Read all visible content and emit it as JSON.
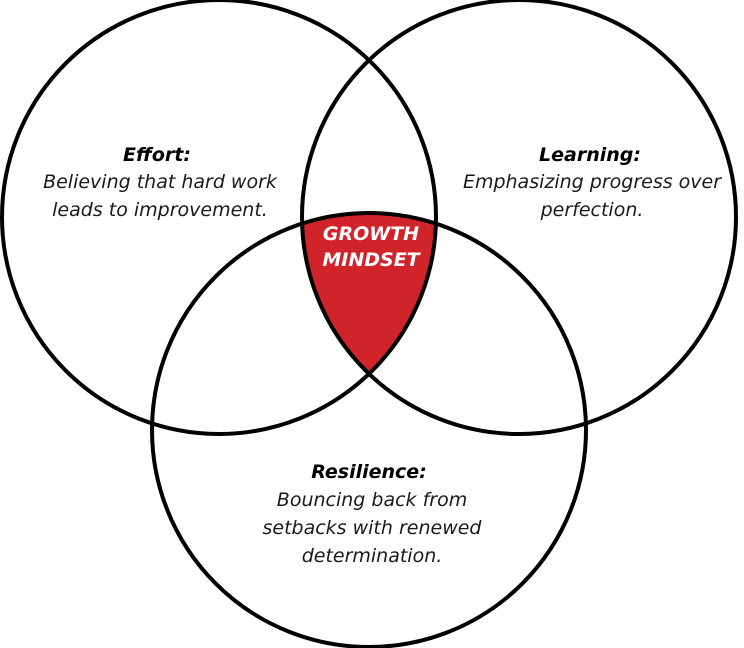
{
  "colors": {
    "accent": "#d0242a",
    "stroke": "#000000",
    "background": "#ffffff"
  },
  "center": {
    "line1": "GROWTH",
    "line2": "MINDSET"
  },
  "effort": {
    "title": "Effort:",
    "line1": "Believing that hard work",
    "line2": "leads to improvement."
  },
  "learning": {
    "title": "Learning:",
    "line1": "Emphasizing progress over",
    "line2": "perfection."
  },
  "resilience": {
    "title": "Resilience:",
    "line1": "Bouncing back from",
    "line2": "setbacks with renewed",
    "line3": "determination."
  }
}
